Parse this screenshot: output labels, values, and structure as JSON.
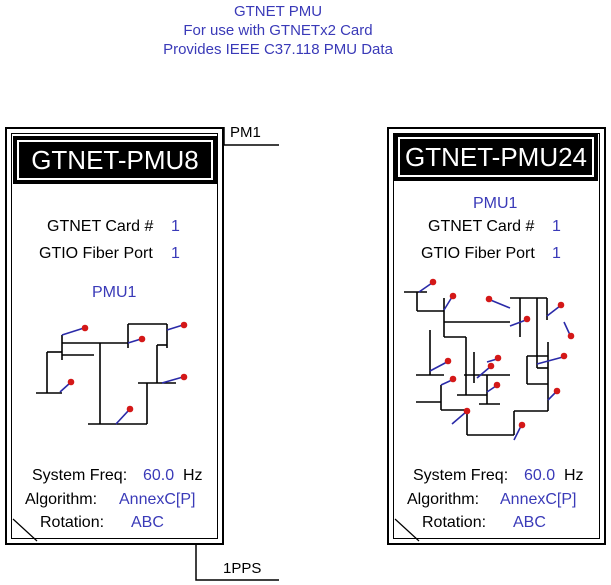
{
  "header": {
    "line1": "GTNET PMU",
    "line2": "For use with GTNETx2 Card",
    "line3": "Provides IEEE C37.118 PMU Data"
  },
  "left_block": {
    "title": "GTNET-PMU8",
    "card_label": "GTNET Card #",
    "card_value": "1",
    "fiber_label": "GTIO Fiber Port",
    "fiber_value": "1",
    "pmu_label": "PMU1",
    "freq_label": "System Freq:",
    "freq_value": "60.0",
    "freq_unit": "Hz",
    "algo_label": "Algorithm:",
    "algo_value": "AnnexC[P]",
    "rot_label": "Rotation:",
    "rot_value": "ABC",
    "port_top": "PM1",
    "port_bottom": "1PPS"
  },
  "right_block": {
    "title": "GTNET-PMU24",
    "pmu_label": "PMU1",
    "card_label": "GTNET Card #",
    "card_value": "1",
    "fiber_label": "GTIO Fiber Port",
    "fiber_value": "1",
    "freq_label": "System Freq:",
    "freq_value": "60.0",
    "freq_unit": "Hz",
    "algo_label": "Algorithm:",
    "algo_value": "AnnexC[P]",
    "rot_label": "Rotation:",
    "rot_value": "ABC"
  },
  "colors": {
    "label_blue": "#3a3ab8",
    "node_red": "#d41818",
    "stub_blue": "#2a2aa8"
  }
}
